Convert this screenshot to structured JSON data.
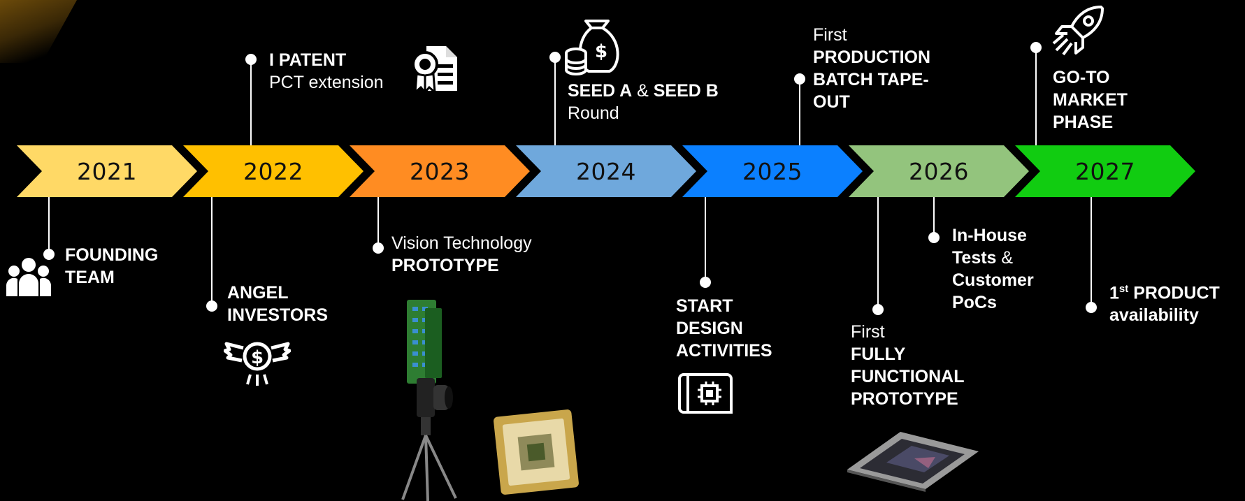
{
  "years": [
    {
      "label": "2021",
      "color": "#ffd966"
    },
    {
      "label": "2022",
      "color": "#ffc000"
    },
    {
      "label": "2023",
      "color": "#ff8c22"
    },
    {
      "label": "2024",
      "color": "#6fa8dc"
    },
    {
      "label": "2025",
      "color": "#0b80ff"
    },
    {
      "label": "2026",
      "color": "#93c47d"
    },
    {
      "label": "2027",
      "color": "#11cc11"
    }
  ],
  "milestones": {
    "founding": {
      "line1": "FOUNDING",
      "line2": "TEAM"
    },
    "patent": {
      "title": "I PATENT",
      "sub": "PCT extension"
    },
    "angel": {
      "line1": "ANGEL",
      "line2": "INVESTORS"
    },
    "vision": {
      "sub": "Vision Technology",
      "title": "PROTOTYPE"
    },
    "seed": {
      "a": "SEED A",
      "amp": "&",
      "b": "SEED B",
      "sub": "Round"
    },
    "design": {
      "line1": "START",
      "line2": "DESIGN",
      "line3": "ACTIVITIES"
    },
    "production": {
      "sub": "First",
      "line1": "PRODUCTION",
      "line2": "BATCH TAPE-",
      "line3": "OUT"
    },
    "functional": {
      "sub": "First",
      "line1": "FULLY",
      "line2": "FUNCTIONAL",
      "line3": "PROTOTYPE"
    },
    "inhouse": {
      "line1": "In-House",
      "line2a": "Tests",
      "amp": "&",
      "line3": "Customer",
      "line4": "PoCs"
    },
    "gtm": {
      "line1": "GO-TO",
      "line2": "MARKET",
      "line3": "PHASE"
    },
    "product": {
      "num": "1",
      "sup": "st",
      "rest": "PRODUCT",
      "line2": "availability"
    }
  },
  "colors": {
    "background": "#000000",
    "text": "#ffffff",
    "accent_corner": "#6b4a0a"
  },
  "icons": [
    "team-icon",
    "certificate-icon",
    "money-bag-icon",
    "winged-dollar-icon",
    "chip-blueprint-icon",
    "rocket-icon",
    "camera-tripod-image",
    "chip-image",
    "sensor-chip-image"
  ]
}
